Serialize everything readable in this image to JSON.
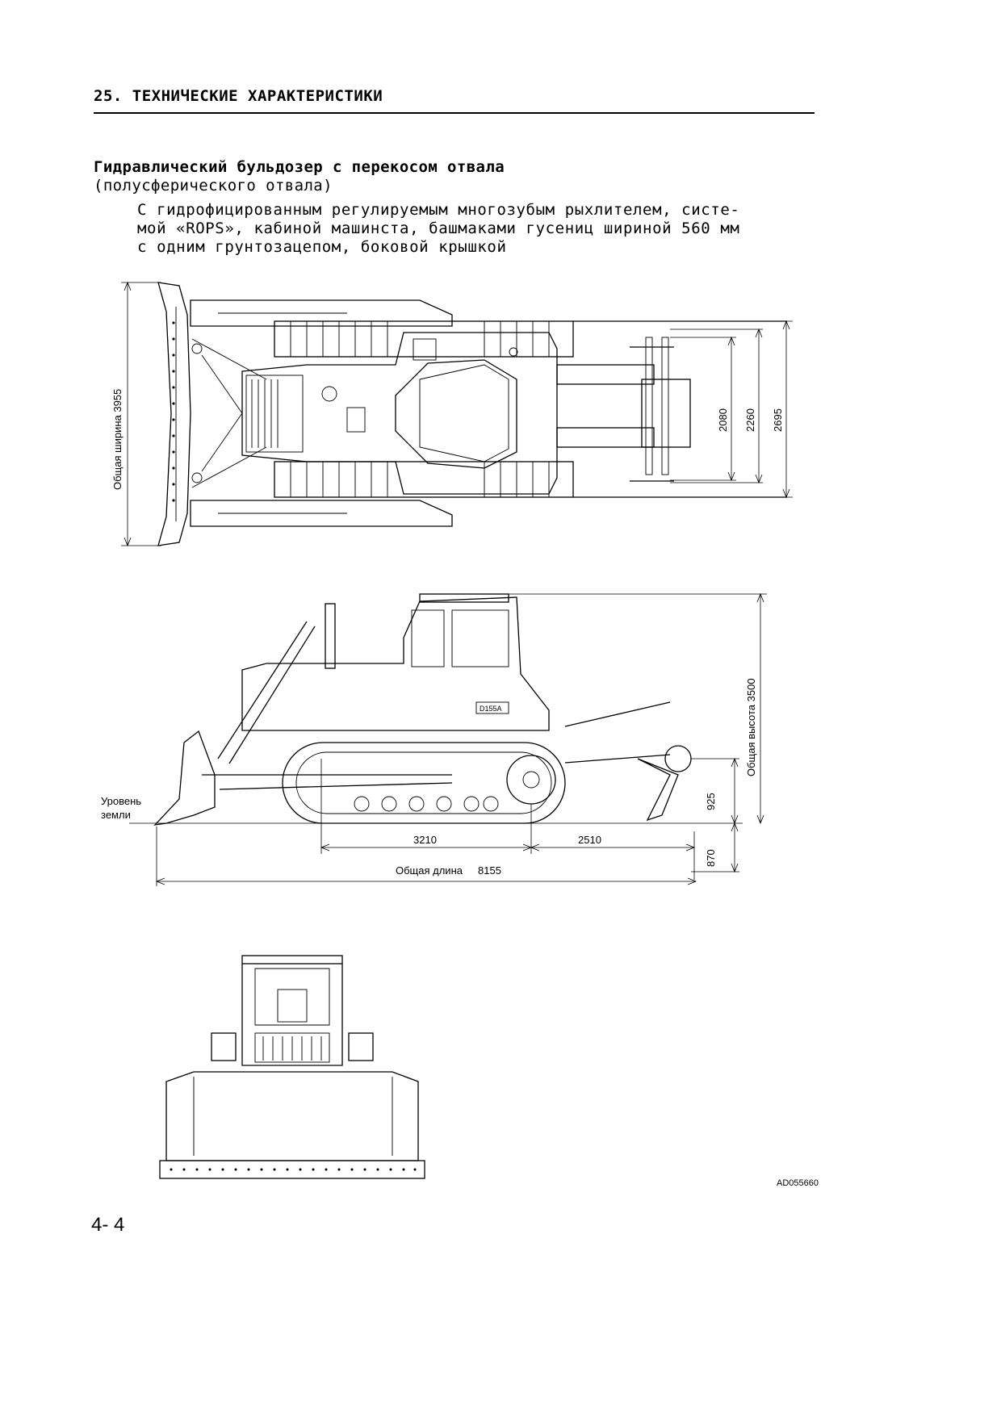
{
  "section": {
    "number": "25.",
    "title": "ТЕХНИЧЕСКИЕ ХАРАКТЕРИСТИКИ"
  },
  "machine": {
    "title_line1": "Гидравлический бульдозер с перекосом отвала",
    "title_line2": "(полусферического отвала)",
    "desc_line1": "С гидрофицированным регулируемым многозубым рыхлителем, систе-",
    "desc_line2": "мой «ROPS», кабиной машинста, башмаками гусениц шириной 560 мм",
    "desc_line3": "с одним грунтозацепом, боковой крышкой"
  },
  "top_view": {
    "overall_width_label": "Общая ширина 3955",
    "ripper_dims": [
      "2080",
      "2260",
      "2695"
    ]
  },
  "side_view": {
    "model_plate": "D155A",
    "ground_label_line1": "Уровень",
    "ground_label_line2": "земли",
    "dim_3210": "3210",
    "dim_2510": "2510",
    "overall_length_label": "Общая длина",
    "overall_length_value": "8155",
    "overall_height_label": "Общая высота 3500",
    "dim_925": "925",
    "dim_870": "870"
  },
  "figure_code": "AD055660",
  "page_number": "4- 4"
}
